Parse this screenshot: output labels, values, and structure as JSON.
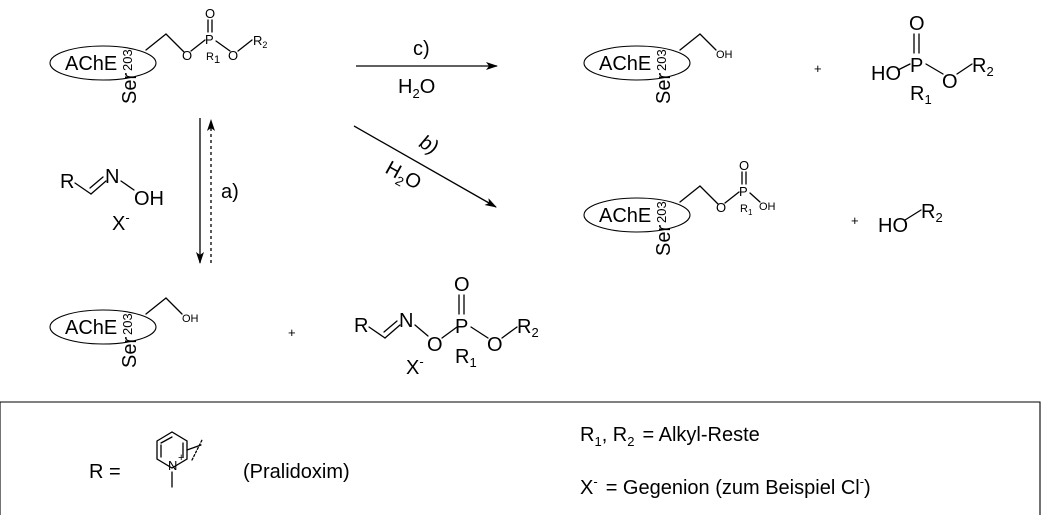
{
  "enzyme": {
    "name": "AChE",
    "residue": "Ser",
    "residue_number": "203"
  },
  "atoms": {
    "O": "O",
    "P": "P",
    "N": "N",
    "OH": "OH",
    "HO": "HO",
    "R": "R",
    "R1": "R",
    "R1_sub": "1",
    "R2": "R",
    "R2_sub": "2",
    "X": "X",
    "X_sup": "-",
    "N_plus": "+"
  },
  "arrows": {
    "a": {
      "label": "a)"
    },
    "b": {
      "label": "b)",
      "reagent": "H",
      "reagent_sub": "2",
      "reagent_tail": "O"
    },
    "c": {
      "label": "c)",
      "reagent": "H",
      "reagent_sub": "2",
      "reagent_tail": "O"
    }
  },
  "plus": "+",
  "legend": {
    "r_def": "R  =",
    "r_name": "(Pralidoxim)",
    "alkyl_lhs_1": "R",
    "alkyl_lhs_1_sub": "1",
    "alkyl_lhs_sep": ", R",
    "alkyl_lhs_2_sub": "2",
    "alkyl_rhs": "=  Alkyl-Reste",
    "counterion_lhs": "X",
    "counterion_lhs_sup": "-",
    "counterion_rhs": "=  Gegenion (zum Beispiel Cl",
    "counterion_rhs_sup": "-",
    "counterion_close": ")"
  }
}
